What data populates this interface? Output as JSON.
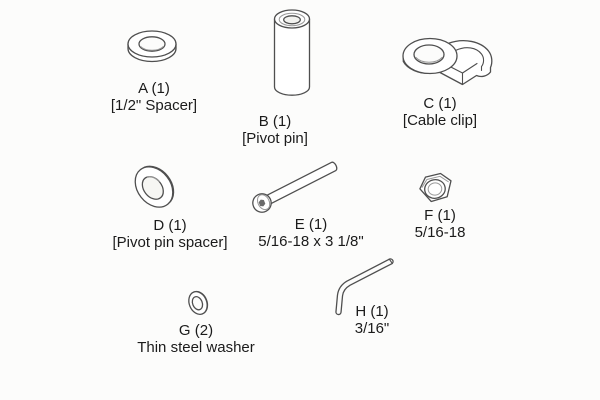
{
  "diagram": {
    "kind": "hardware-parts-diagram",
    "colors": {
      "background": "#fcfcfb",
      "line": "#4f4f4f",
      "line_light": "#9a9a9a",
      "text": "#1b1b1b"
    },
    "parts": [
      {
        "id": "A",
        "qty_label": "A (1)",
        "desc": "[1/2\" Spacer]",
        "shape": "flat-washer"
      },
      {
        "id": "B",
        "qty_label": "B (1)",
        "desc": "[Pivot pin]",
        "shape": "cylindrical-pin"
      },
      {
        "id": "C",
        "qty_label": "C (1)",
        "desc": "[Cable clip]",
        "shape": "cable-clip"
      },
      {
        "id": "D",
        "qty_label": "D (1)",
        "desc": "[Pivot pin spacer]",
        "shape": "thick-spacer-washer"
      },
      {
        "id": "E",
        "qty_label": "E (1)",
        "desc": "5/16-18 x 3 1/8\"",
        "shape": "button-head-bolt"
      },
      {
        "id": "F",
        "qty_label": "F (1)",
        "desc": "5/16-18",
        "shape": "hex-lock-nut"
      },
      {
        "id": "G",
        "qty_label": "G (2)",
        "desc": "Thin steel washer",
        "shape": "thin-washer"
      },
      {
        "id": "H",
        "qty_label": "H (1)",
        "desc": "3/16\"",
        "shape": "hex-key"
      }
    ]
  }
}
